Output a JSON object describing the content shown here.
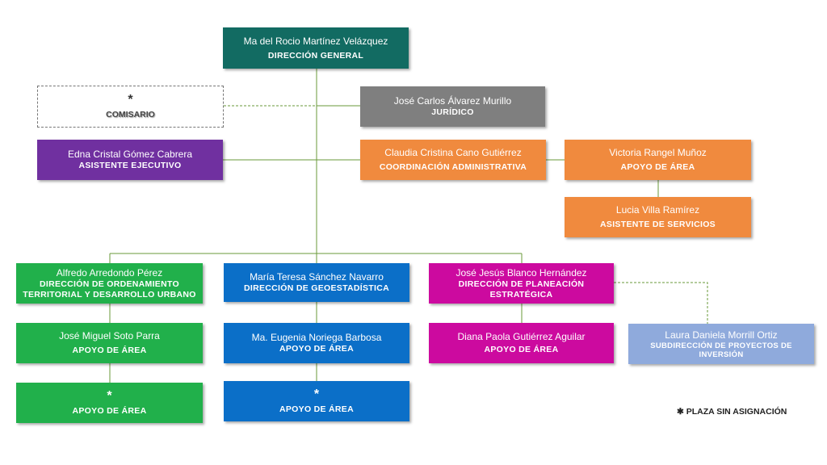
{
  "colors": {
    "teal": "#126B62",
    "gray": "#7F7F7F",
    "purple": "#7030A0",
    "orange": "#F08A3E",
    "green": "#21B04B",
    "blue": "#0B6FC8",
    "magenta": "#CC0A9F",
    "lightblue": "#8FAADC",
    "line_green": "#6A9A3A"
  },
  "nodes": {
    "direccion_general": {
      "name": "Ma del Rocio Martínez Velázquez",
      "role": "DIRECCIÓN GENERAL"
    },
    "comisario": {
      "mark": "*",
      "role": "COMISARIO"
    },
    "juridico": {
      "name": "José Carlos Álvarez Murillo",
      "role": "JURÍDICO"
    },
    "asistente_ejecutivo": {
      "name": "Edna Cristal Gómez Cabrera",
      "role": "ASISTENTE EJECUTIVO"
    },
    "coordinacion_administrativa": {
      "name": "Claudia Cristina Cano Gutiérrez",
      "role": "COORDINACIÓN ADMINISTRATIVA"
    },
    "apoyo_area_admin": {
      "name": "Victoria Rangel Muñoz",
      "role": "APOYO DE ÁREA"
    },
    "asistente_servicios": {
      "name": "Lucia Villa Ramírez",
      "role": "ASISTENTE DE SERVICIOS"
    },
    "ordenamiento": {
      "name": "Alfredo Arredondo Pérez",
      "role": "DIRECCIÓN DE ORDENAMIENTO TERRITORIAL Y DESARROLLO URBANO"
    },
    "apoyo_ordenamiento": {
      "name": "José Miguel Soto Parra",
      "role": "APOYO DE ÁREA"
    },
    "apoyo_ordenamiento_vacante": {
      "mark": "*",
      "role": "APOYO DE ÁREA"
    },
    "geoestadistica": {
      "name": "María Teresa Sánchez Navarro",
      "role": "DIRECCIÓN DE GEOESTADÍSTICA"
    },
    "apoyo_geoestadistica": {
      "name": "Ma. Eugenia Noriega Barbosa",
      "role": "APOYO DE ÁREA"
    },
    "apoyo_geoestadistica_vacante": {
      "mark": "*",
      "role": "APOYO DE ÁREA"
    },
    "planeacion": {
      "name": "José Jesús Blanco Hernández",
      "role": "DIRECCIÓN DE PLANEACIÓN ESTRATÉGICA"
    },
    "apoyo_planeacion": {
      "name": "Diana Paola Gutiérrez Aguilar",
      "role": "APOYO DE ÁREA"
    },
    "proyectos_inversion": {
      "name": "Laura Daniela Morrill Ortiz",
      "role": "SUBDIRECCIÓN DE PROYECTOS DE INVERSIÓN"
    }
  },
  "legend": {
    "text": "✱ PLAZA SIN ASIGNACIÓN"
  }
}
